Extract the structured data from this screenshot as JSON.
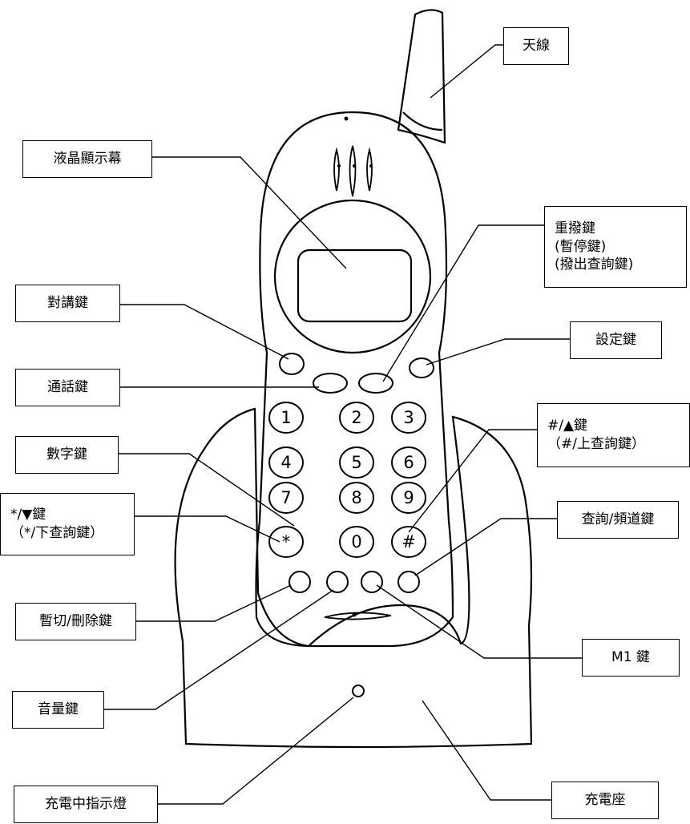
{
  "labels": {
    "antenna": "天線",
    "lcd": "液晶顯示幕",
    "redial": [
      "重撥鍵",
      "(暫停鍵)",
      "(撥出查詢鍵)"
    ],
    "intercom": "對講鍵",
    "settings": "設定鍵",
    "talk": "通話鍵",
    "number": "數字鍵",
    "hash": [
      "#/▲鍵",
      "（#/上查詢鍵）"
    ],
    "star": [
      "*/▼鍵",
      "（*/下查詢鍵）"
    ],
    "search_channel": "查詢/頻道鍵",
    "mute_delete": "暫切/刪除鍵",
    "m1": "M1 鍵",
    "volume": "音量鍵",
    "charging_indicator": "充電中指示燈",
    "charging_base": "充電座"
  },
  "keypad": [
    "1",
    "2",
    "3",
    "4",
    "5",
    "6",
    "7",
    "8",
    "9",
    "*",
    "0",
    "#"
  ]
}
